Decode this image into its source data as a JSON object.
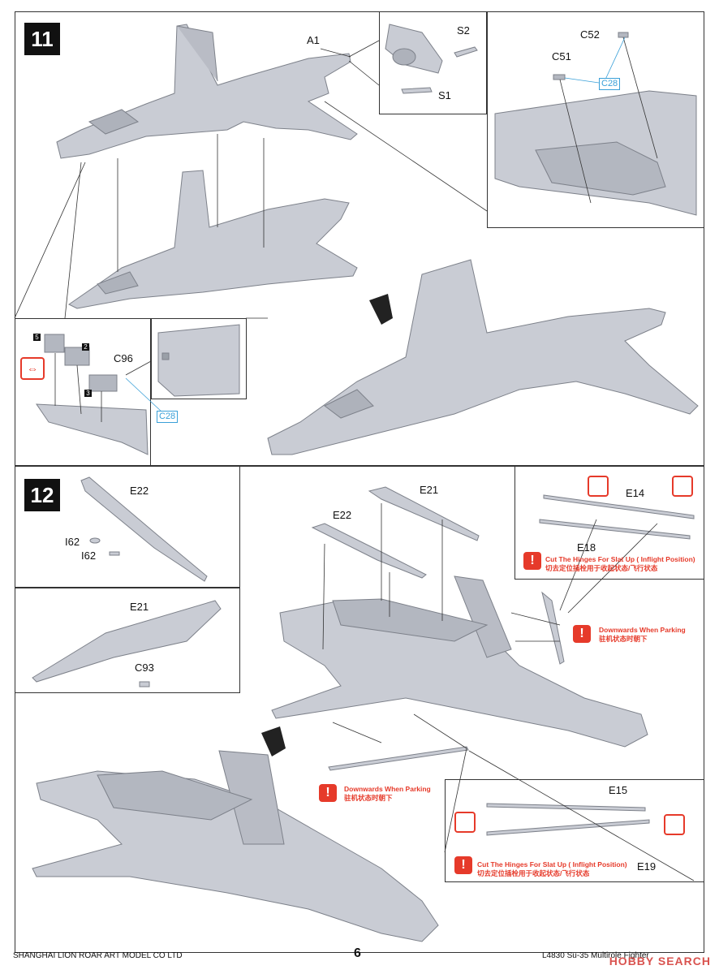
{
  "steps": [
    {
      "number": "11"
    },
    {
      "number": "12"
    }
  ],
  "step11": {
    "labels": {
      "a1": "A1",
      "s2": "S2",
      "s1": "S1",
      "c52": "C52",
      "c51": "C51",
      "c28_top": "C28",
      "c96": "C96",
      "c28_left": "C28",
      "sub_num_5": "5",
      "sub_num_2": "2",
      "sub_num_3": "3"
    }
  },
  "step12": {
    "labels": {
      "e22_inset": "E22",
      "i62_a": "I62",
      "i62_b": "I62",
      "e21_inset": "E21",
      "c93": "C93",
      "e21_main": "E21",
      "e22_main": "E22",
      "e14": "E14",
      "e18": "E18",
      "e15": "E15",
      "e19": "E19"
    },
    "notes": {
      "cut_hinges_en": "Cut The Hinges For Slat Up ( Inflight Position)",
      "cut_hinges_cn": "切去定位插栓用于收起状态/飞行状态",
      "down_parking_en": "Downwards When Parking",
      "down_parking_cn": "驻机状态时朝下"
    }
  },
  "footer": {
    "company": "SHANGHAI LION ROAR ART MODEL CO LTD",
    "page": "6",
    "product": "L4830 Su-35 Multirole Fighter",
    "watermark": "HOBBY SEARCH"
  },
  "colors": {
    "accent_red": "#e63a2a",
    "blue_ref": "#3aa0d8",
    "model_gray": "#c9ccd4"
  }
}
